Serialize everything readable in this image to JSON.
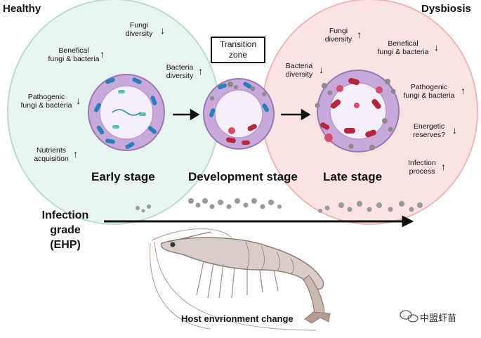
{
  "corners": {
    "left": "Healthy",
    "right": "Dysbiosis"
  },
  "transition_zone": "Transition\nzone",
  "stages": {
    "early": "Early stage",
    "development": "Development stage",
    "late": "Late stage"
  },
  "healthy_labels": [
    {
      "text": "Fungi\ndiversity",
      "direction": "down"
    },
    {
      "text": "Benefical\nfungi & bacteria",
      "direction": "up"
    },
    {
      "text": "Bacteria\ndiversity",
      "direction": "up"
    },
    {
      "text": "Pathogenic\nfungi & bacteria",
      "direction": "down"
    },
    {
      "text": "Nutrients\nacquisition",
      "direction": "up"
    }
  ],
  "dysbiosis_labels": [
    {
      "text": "Fungi\ndiversity",
      "direction": "up"
    },
    {
      "text": "Benefical\nfungi & bacteria",
      "direction": "down"
    },
    {
      "text": "Bacteria\ndiversity",
      "direction": "down"
    },
    {
      "text": "Pathogenic\nfungi & bacteria",
      "direction": "up"
    },
    {
      "text": "Energetic\nreserves?",
      "direction": "down"
    },
    {
      "text": "Infection\nprocess",
      "direction": "up"
    }
  ],
  "infection_grade": "Infection\ngrade\n(EHP)",
  "host_caption": "Host envrionment change",
  "watermark": "中盟虾苗",
  "colors": {
    "healthy_fill": "#e8f5ef",
    "healthy_border": "#b9dcc9",
    "dysbiosis_fill": "#fbe3e3",
    "dysbiosis_border": "#eeb7b7",
    "tissue": "#c9a8dc",
    "lumen": "#f3eef8"
  }
}
